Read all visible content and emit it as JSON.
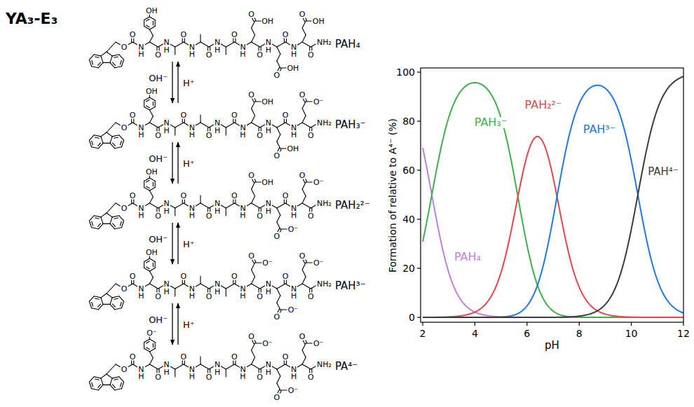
{
  "diagram": {
    "title": "YA₃-E₃",
    "nodes": [
      {
        "text": [
          "PAH₄",
          "O",
          "O",
          "N",
          "H",
          "OH",
          "O",
          "N",
          "H",
          "O",
          "N",
          "H",
          "O",
          "N",
          "H",
          "O",
          "N",
          "H",
          "O",
          "OH",
          "O",
          "N",
          "H",
          "O",
          "OH",
          "O",
          "N",
          "H",
          "O",
          "OH",
          "O",
          "NH₂"
        ]
      },
      {
        "text": [
          "PAH₃⁻",
          "O",
          "O",
          "N",
          "H",
          "OH",
          "O",
          "N",
          "H",
          "O",
          "N",
          "H",
          "O",
          "N",
          "H",
          "O",
          "N",
          "H",
          "O",
          "OH",
          "O",
          "N",
          "H",
          "O",
          "OH",
          "O",
          "N",
          "H",
          "O",
          "O⁻",
          "O",
          "NH₂"
        ]
      },
      {
        "text": [
          "PAH₂²⁻",
          "O",
          "O",
          "N",
          "H",
          "OH",
          "O",
          "N",
          "H",
          "O",
          "N",
          "H",
          "O",
          "N",
          "H",
          "O",
          "N",
          "H",
          "O",
          "OH",
          "O",
          "N",
          "H",
          "O",
          "O⁻",
          "O",
          "N",
          "H",
          "O",
          "O⁻",
          "O",
          "NH₂"
        ]
      },
      {
        "text": [
          "PAH³⁻",
          "O",
          "O",
          "N",
          "H",
          "OH",
          "O",
          "N",
          "H",
          "O",
          "N",
          "H",
          "O",
          "N",
          "H",
          "O",
          "N",
          "H",
          "O",
          "O⁻",
          "O",
          "N",
          "H",
          "O",
          "O⁻",
          "O",
          "N",
          "H",
          "O",
          "O⁻",
          "O",
          "NH₂"
        ]
      },
      {
        "text": [
          "PA⁴⁻",
          "O",
          "O",
          "N",
          "H",
          "O⁻",
          "O",
          "N",
          "H",
          "O",
          "N",
          "H",
          "O",
          "N",
          "H",
          "O",
          "N",
          "H",
          "O",
          "O⁻",
          "O",
          "N",
          "H",
          "O",
          "O⁻",
          "O",
          "N",
          "H",
          "O",
          "O⁻",
          "O",
          "NH₂"
        ]
      }
    ],
    "edges": [
      {
        "from": 0,
        "to": 1,
        "arrow": "to",
        "label": "OH⁻"
      },
      {
        "from": 1,
        "to": 0,
        "arrow": "to",
        "label": "H⁺"
      },
      {
        "from": 1,
        "to": 2,
        "arrow": "to",
        "label": "OH⁻"
      },
      {
        "from": 2,
        "to": 1,
        "arrow": "to",
        "label": "H⁺"
      },
      {
        "from": 2,
        "to": 3,
        "arrow": "to",
        "label": "OH⁻"
      },
      {
        "from": 3,
        "to": 2,
        "arrow": "to",
        "label": "H⁺"
      },
      {
        "from": 3,
        "to": 4,
        "arrow": "to",
        "label": "OH⁻"
      },
      {
        "from": 4,
        "to": 3,
        "arrow": "to",
        "label": "H⁺"
      }
    ],
    "labels": [
      "PAH₄",
      "PAH₃⁻",
      "PAH₂²⁻",
      "PAH³⁻",
      "PAH⁴⁻",
      "0",
      "20",
      "40",
      "60",
      "80",
      "100",
      "2",
      "4",
      "6",
      "8",
      "10",
      "12",
      "Formation of relative to A⁴⁻ (%)",
      "pH"
    ]
  }
}
